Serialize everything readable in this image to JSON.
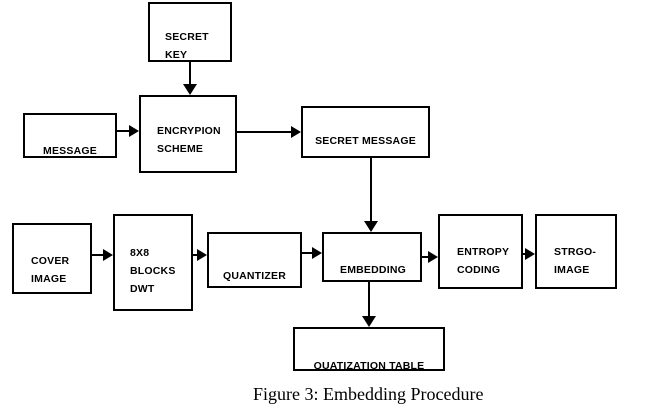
{
  "diagram": {
    "title": "Embedding Procedure flowchart",
    "caption": "Figure 3: Embedding Procedure",
    "colors": {
      "background": "#ffffff",
      "box_border": "#000000",
      "text": "#000000"
    },
    "nodes": {
      "secret_key": {
        "label": "SECRET\nKEY"
      },
      "message": {
        "label": "MESSAGE"
      },
      "encrypion_scheme": {
        "label": "ENCRYPION\nSCHEME"
      },
      "secret_message": {
        "label": "SECRET MESSAGE"
      },
      "cover_image": {
        "label": "COVER\nIMAGE"
      },
      "blocks_dwt": {
        "label": "8X8\nBLOCKS\nDWT"
      },
      "quantizer": {
        "label": "QUANTIZER"
      },
      "embedding": {
        "label": "EMBEDDING"
      },
      "entropy_coding": {
        "label": "ENTROPY\nCODING"
      },
      "strgo_image": {
        "label": "STRGO-\nIMAGE"
      },
      "quatization_table": {
        "label": "QUATIZATION TABLE"
      }
    },
    "edges": [
      {
        "from": "secret_key",
        "to": "encrypion_scheme"
      },
      {
        "from": "message",
        "to": "encrypion_scheme"
      },
      {
        "from": "encrypion_scheme",
        "to": "secret_message"
      },
      {
        "from": "secret_message",
        "to": "embedding"
      },
      {
        "from": "cover_image",
        "to": "blocks_dwt"
      },
      {
        "from": "blocks_dwt",
        "to": "quantizer"
      },
      {
        "from": "quantizer",
        "to": "embedding"
      },
      {
        "from": "embedding",
        "to": "entropy_coding"
      },
      {
        "from": "entropy_coding",
        "to": "strgo_image"
      },
      {
        "from": "embedding",
        "to": "quatization_table"
      }
    ]
  }
}
